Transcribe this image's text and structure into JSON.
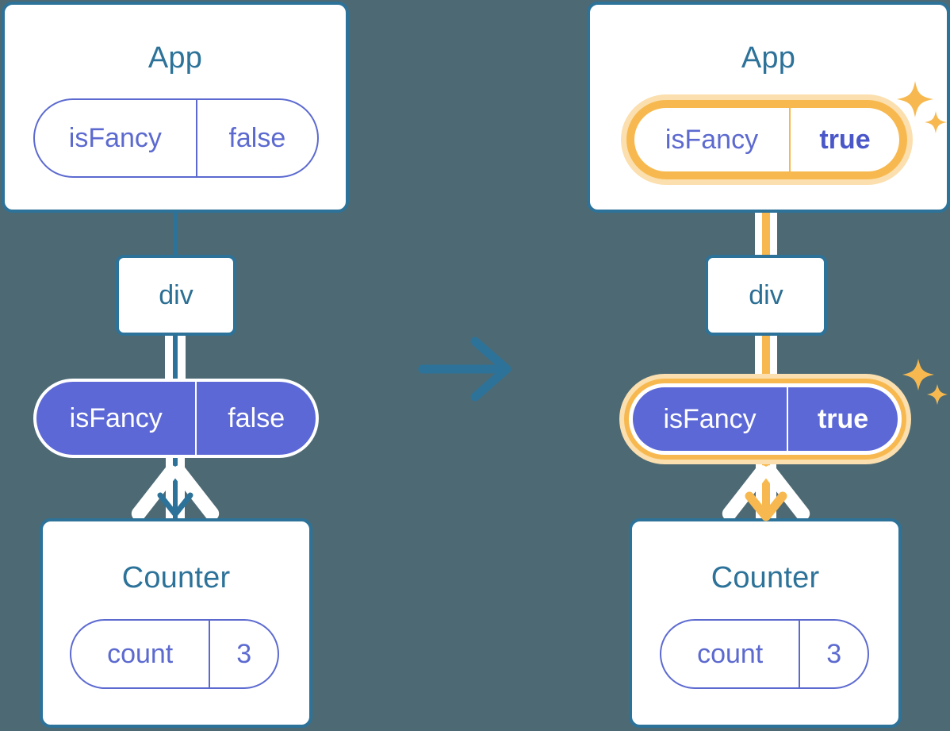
{
  "diagram": {
    "title": "React state propagation: App isFancy false to true",
    "type": "component-tree-before-after",
    "background_color": "#4d6a74",
    "accent_blue": "#2c7299",
    "accent_purple": "#5c68d6",
    "accent_orange": "#f7b94f",
    "transition_icon": "arrow-right-icon"
  },
  "before": {
    "app": {
      "label": "App",
      "state": {
        "key": "isFancy",
        "value": "false",
        "highlighted": false
      }
    },
    "div": {
      "label": "div"
    },
    "prop": {
      "key": "isFancy",
      "value": "false",
      "highlighted": false
    },
    "counter": {
      "label": "Counter",
      "state": {
        "key": "count",
        "value": "3",
        "highlighted": false
      }
    }
  },
  "after": {
    "app": {
      "label": "App",
      "state": {
        "key": "isFancy",
        "value": "true",
        "highlighted": true
      }
    },
    "div": {
      "label": "div"
    },
    "prop": {
      "key": "isFancy",
      "value": "true",
      "highlighted": true
    },
    "counter": {
      "label": "Counter",
      "state": {
        "key": "count",
        "value": "3",
        "highlighted": false
      }
    },
    "sparkle_icons": [
      "sparkle-large-icon",
      "sparkle-small-icon"
    ]
  }
}
